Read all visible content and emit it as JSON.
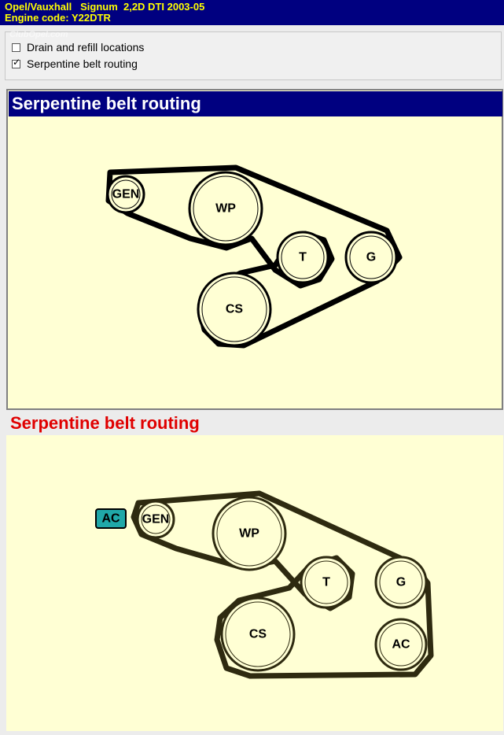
{
  "header": {
    "line1": "Opel/Vauxhall   Signum  2,2D DTI 2003-05",
    "line2": "Engine code: Y22DTR",
    "watermark": "ClubOpel.com"
  },
  "options": [
    {
      "label": "Drain and refill locations",
      "checked": false
    },
    {
      "label": "Serpentine belt routing",
      "checked": true
    }
  ],
  "diagram1": {
    "title": "Serpentine belt routing",
    "pulleys": {
      "gen": "GEN",
      "wp": "WP",
      "t": "T",
      "g": "G",
      "cs": "CS"
    }
  },
  "diagram2": {
    "title": "Serpentine belt routing",
    "badge": "AC",
    "pulleys": {
      "gen": "GEN",
      "wp": "WP",
      "t": "T",
      "g": "G",
      "cs": "CS",
      "ac": "AC"
    }
  },
  "colors": {
    "title_bg": "#000080",
    "title_text": "#ffff00",
    "panel_bg": "#ffffd4",
    "belt1": "#000000",
    "belt2": "#2e2a10",
    "title2_text": "#e00000",
    "badge_bg": "#20a8a8"
  },
  "icons": {
    "unchecked": "checkbox-empty-icon",
    "checked": "checkbox-checked-icon"
  }
}
